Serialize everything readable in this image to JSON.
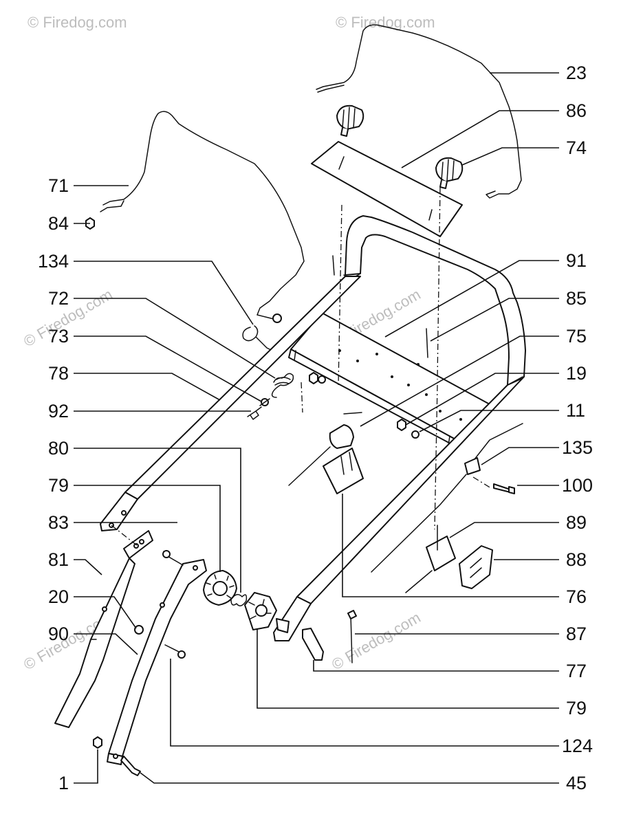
{
  "watermark": {
    "text": "© Firedog.com",
    "color": "#bdbdbd"
  },
  "part_labels": [
    {
      "id": "23",
      "text": "23"
    },
    {
      "id": "86",
      "text": "86"
    },
    {
      "id": "74",
      "text": "74"
    },
    {
      "id": "71",
      "text": "71"
    },
    {
      "id": "84",
      "text": "84"
    },
    {
      "id": "134",
      "text": "134"
    },
    {
      "id": "91",
      "text": "91"
    },
    {
      "id": "72",
      "text": "72"
    },
    {
      "id": "85",
      "text": "85"
    },
    {
      "id": "73",
      "text": "73"
    },
    {
      "id": "75",
      "text": "75"
    },
    {
      "id": "78",
      "text": "78"
    },
    {
      "id": "19",
      "text": "19"
    },
    {
      "id": "92",
      "text": "92"
    },
    {
      "id": "11",
      "text": "11"
    },
    {
      "id": "80",
      "text": "80"
    },
    {
      "id": "135",
      "text": "135"
    },
    {
      "id": "79a",
      "text": "79"
    },
    {
      "id": "100",
      "text": "100"
    },
    {
      "id": "83",
      "text": "83"
    },
    {
      "id": "89",
      "text": "89"
    },
    {
      "id": "81",
      "text": "81"
    },
    {
      "id": "88",
      "text": "88"
    },
    {
      "id": "20",
      "text": "20"
    },
    {
      "id": "76",
      "text": "76"
    },
    {
      "id": "90",
      "text": "90"
    },
    {
      "id": "87",
      "text": "87"
    },
    {
      "id": "77",
      "text": "77"
    },
    {
      "id": "79b",
      "text": "79"
    },
    {
      "id": "124",
      "text": "124"
    },
    {
      "id": "1",
      "text": "1"
    },
    {
      "id": "45",
      "text": "45"
    }
  ]
}
